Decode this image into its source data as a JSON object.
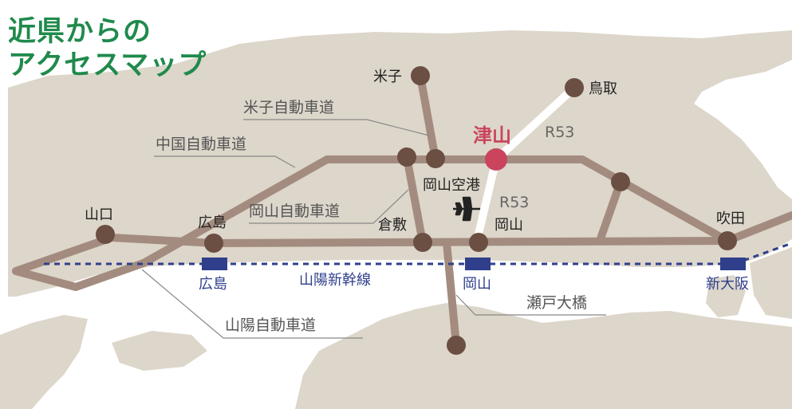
{
  "title": {
    "line1": "近県からの",
    "line2": "アクセスマップ",
    "color": "#1f8a4c"
  },
  "colors": {
    "land": "#ddd6ca",
    "sea": "#ffffff",
    "road": "#a38c7f",
    "city_dot": "#6b4f42",
    "destination": "#c9445c",
    "rail": "#2f3f8c"
  },
  "destination": {
    "label": "津山"
  },
  "cities": {
    "yonago": "米子",
    "tottori": "鳥取",
    "yamaguchi": "山口",
    "hiroshima": "広島",
    "kurashiki": "倉敷",
    "okayama": "岡山",
    "suita": "吹田",
    "okayama_airport": "岡山空港"
  },
  "routes": {
    "r53_north": "R53",
    "r53_south": "R53"
  },
  "expressways": {
    "yonago": "米子自動車道",
    "chugoku": "中国自動車道",
    "okayama": "岡山自動車道",
    "sanyo": "山陽自動車道",
    "seto_ohashi": "瀬戸大橋"
  },
  "rail": {
    "line_name": "山陽新幹線",
    "stations": [
      "広島",
      "岡山",
      "新大阪"
    ]
  },
  "icons": {
    "airport": "airplane-icon"
  }
}
